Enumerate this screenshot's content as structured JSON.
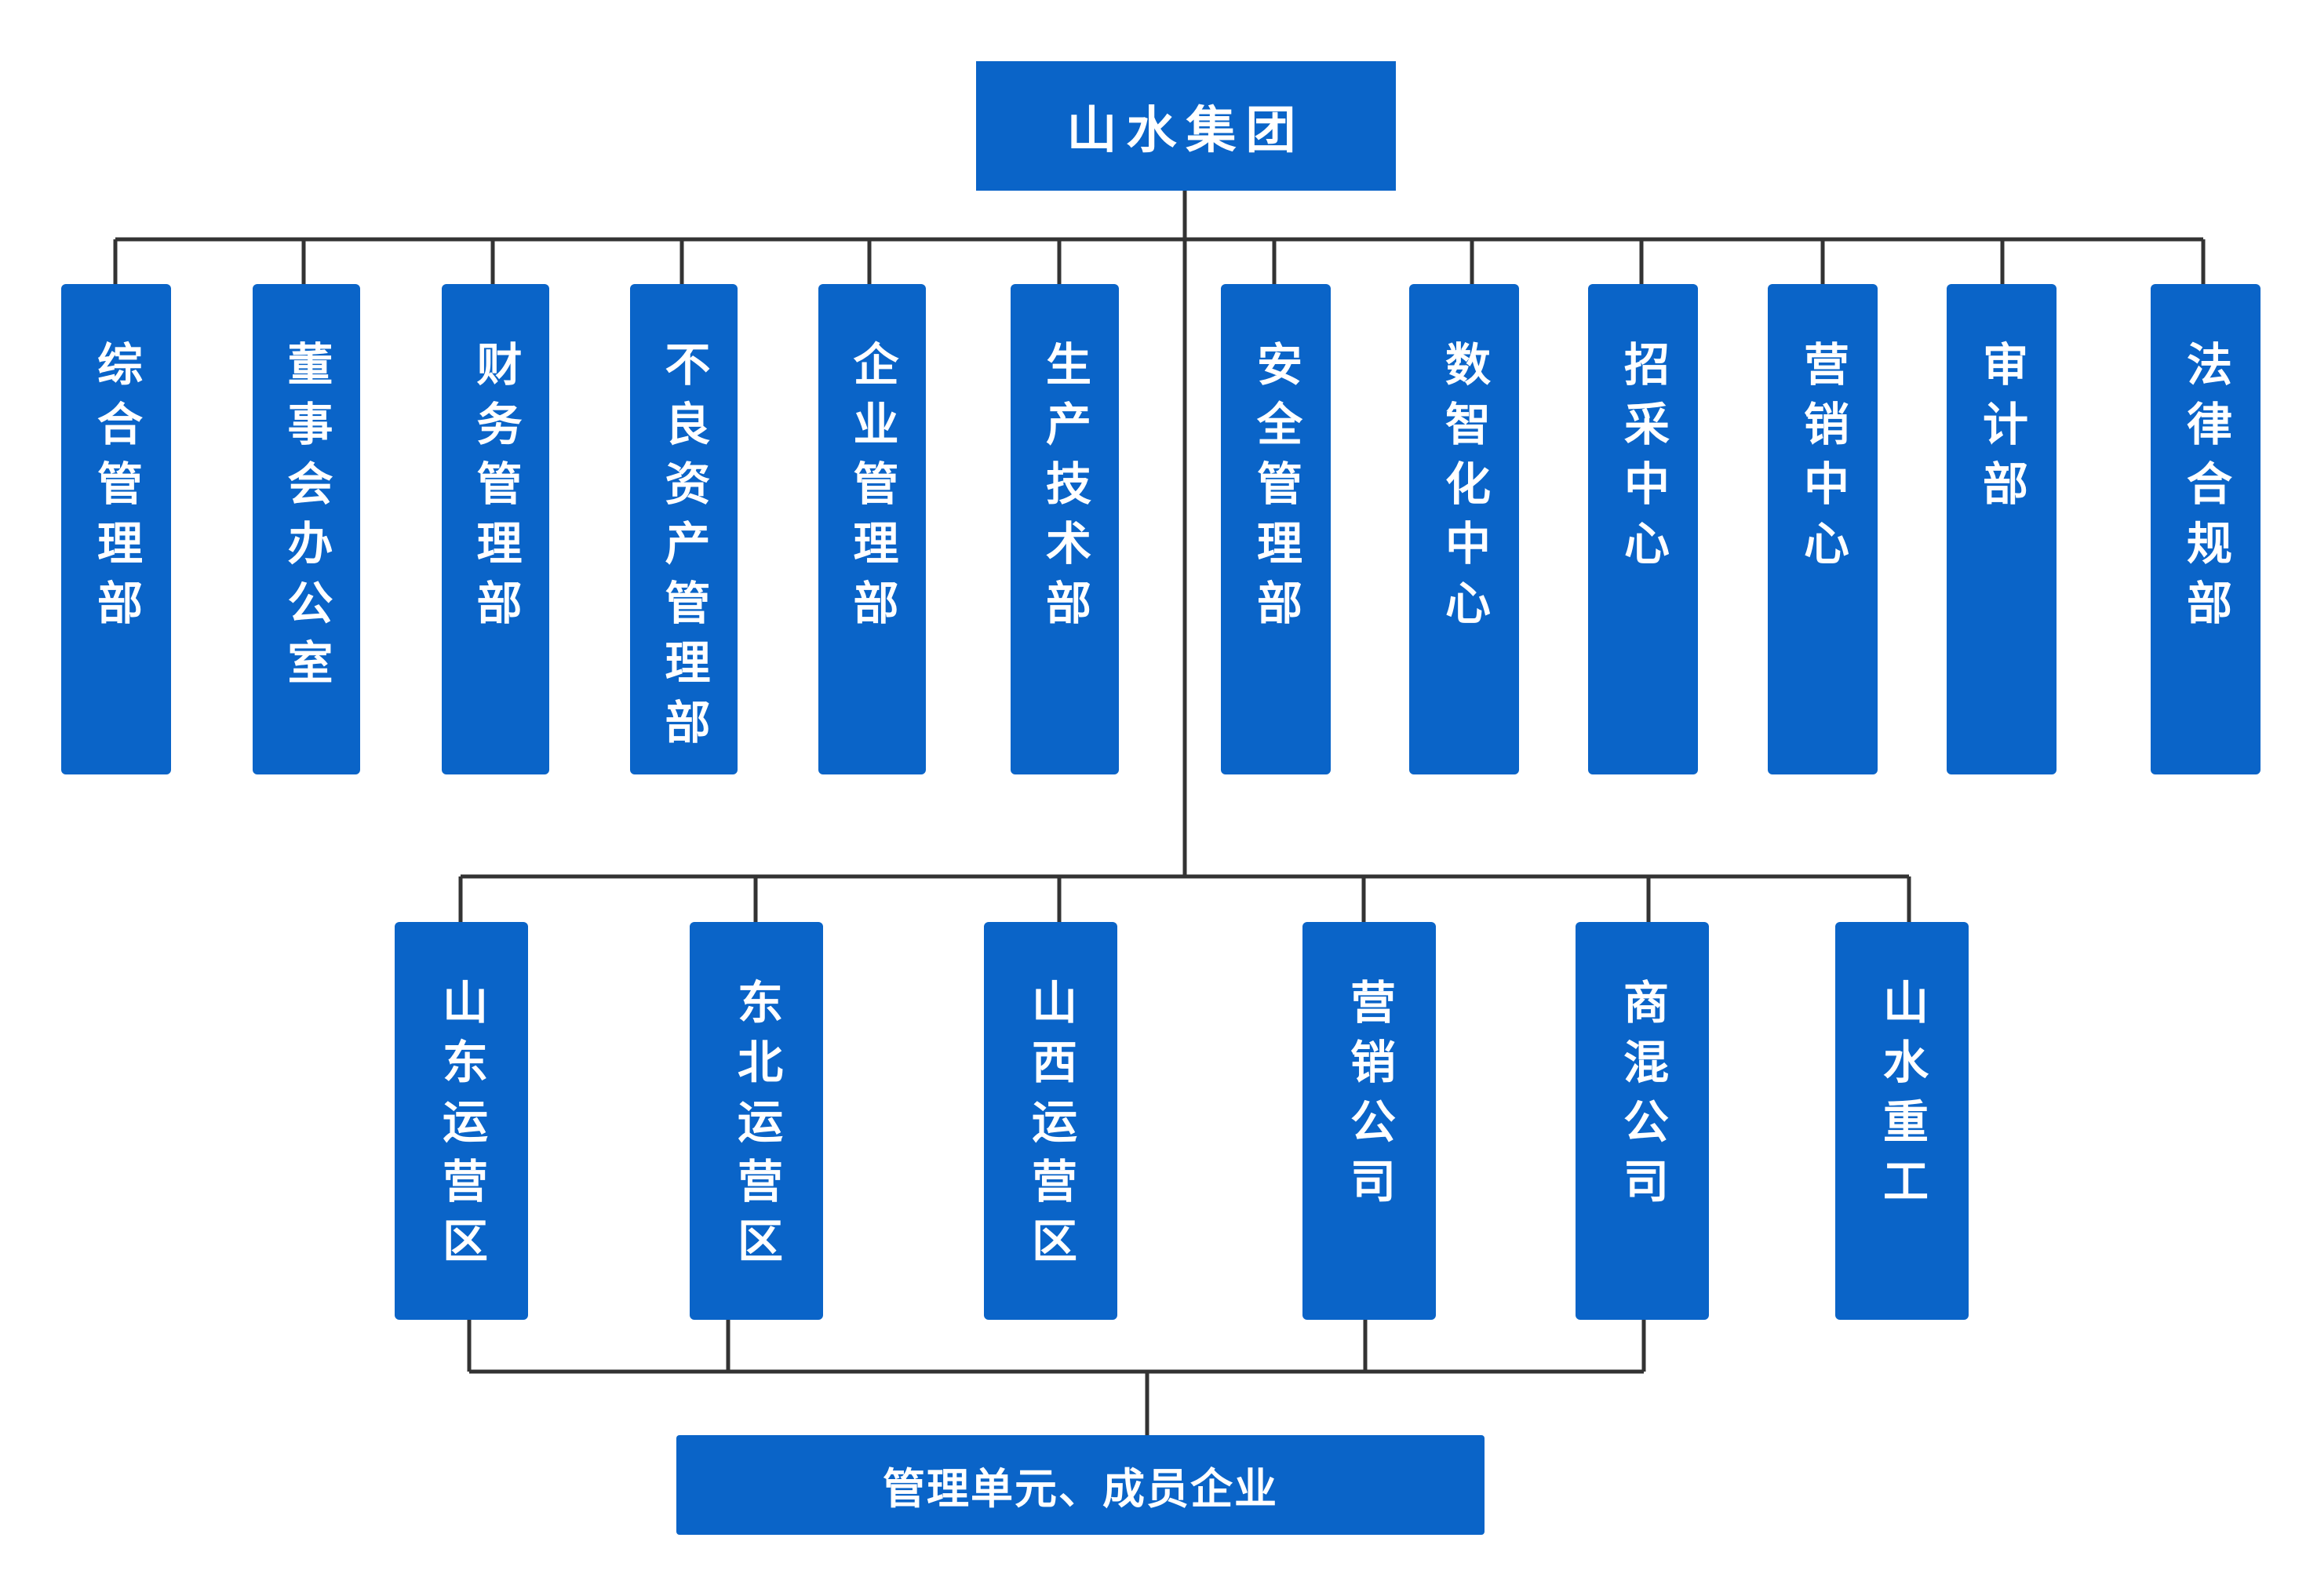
{
  "top": "山水集团",
  "departments": [
    "综合管理部",
    "董事会办公室",
    "财务管理部",
    "不良资产管理部",
    "企业管理部",
    "生产技术部",
    "安全管理部",
    "数智化中心",
    "招采中心",
    "营销中心",
    "审计部",
    "法律合规部"
  ],
  "units": [
    "山东运营区",
    "东北运营区",
    "山西运营区",
    "营销公司",
    "商混公司",
    "山水重工"
  ],
  "bottom": "管理单元、成员企业",
  "colors": {
    "box": "#0a64c8",
    "text": "#ffffff",
    "line": "#333333"
  }
}
